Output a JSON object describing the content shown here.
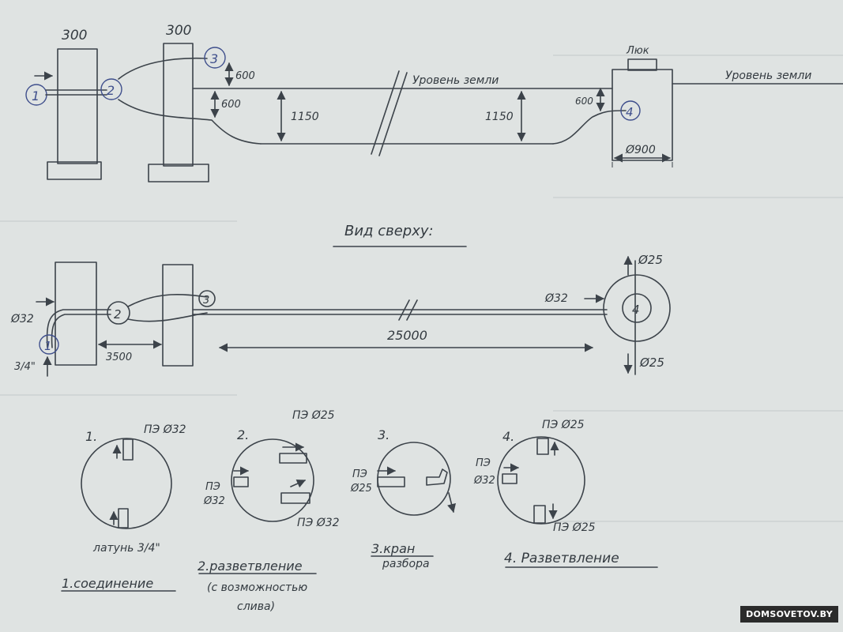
{
  "side_view": {
    "wall1_thickness": "300",
    "wall2_thickness": "300",
    "node1": "1",
    "node2": "2",
    "node3": "3",
    "node4": "4",
    "depth_a": "600",
    "depth_b": "600",
    "depth_c": "600",
    "depth_main_left": "1150",
    "depth_main_right": "1150",
    "ground_level_left": "Уровень земли",
    "ground_level_right": "Уровень земли",
    "hatch_label": "Люк",
    "well_diameter": "Ø900"
  },
  "top_view": {
    "title": "Вид сверху:",
    "node1": "1",
    "node2": "2",
    "node3": "3",
    "node4": "4",
    "pipe_inlet": "Ø32",
    "brass_size": "3/4\"",
    "distance_walls": "3500",
    "distance_main": "25000",
    "pipe_main": "Ø32",
    "branch_up": "Ø25",
    "branch_down": "Ø25"
  },
  "details": [
    {
      "number": "1.",
      "label_top": "ПЭ Ø32",
      "label_bottom": "латунь 3/4\"",
      "caption": "1.соединение"
    },
    {
      "number": "2.",
      "label_top": "ПЭ Ø25",
      "label_left_1": "ПЭ",
      "label_left_2": "Ø32",
      "label_bottom": "ПЭ Ø32",
      "caption": "2.разветвление",
      "caption_line2": "(с возможностью",
      "caption_line3": "слива)"
    },
    {
      "number": "3.",
      "label_left_1": "ПЭ",
      "label_left_2": "Ø25",
      "caption": "3.кран",
      "caption_line2": "разбора"
    },
    {
      "number": "4.",
      "label_top": "ПЭ Ø25",
      "label_left_1": "ПЭ",
      "label_left_2": "Ø32",
      "label_bottom": "ПЭ Ø25",
      "caption": "4. Разветвление"
    }
  ],
  "watermark": "DOMSOVETOV.BY"
}
